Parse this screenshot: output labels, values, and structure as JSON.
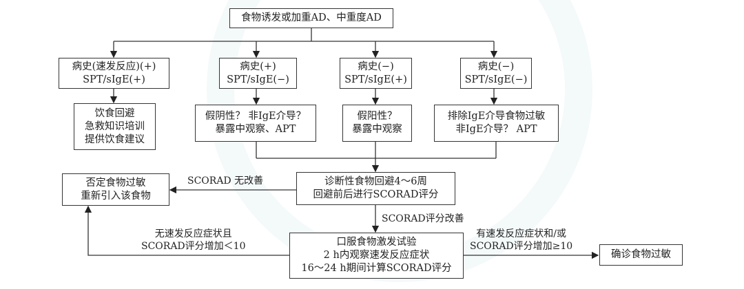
{
  "top": {
    "text": "食物诱发或加重AD、中重度AD"
  },
  "row2": [
    {
      "l1": "病史(速发反应)(+)",
      "l2": "SPT/sIgE(+)"
    },
    {
      "l1": "病史(+)",
      "l2": "SPT/sIgE(−)"
    },
    {
      "l1": "病史(−)",
      "l2": "SPT/sIgE(+)"
    },
    {
      "l1": "病史(−)",
      "l2": "SPT/sIgE(−)"
    }
  ],
  "row3": [
    {
      "lines": [
        "饮食回避",
        "急救知识培训",
        "提供饮食建议"
      ]
    },
    {
      "lines": [
        "假阴性？ 非IgE介导？",
        "暴露中观察、APT"
      ]
    },
    {
      "lines": [
        "假阳性？",
        "暴露中观察"
      ]
    },
    {
      "lines": [
        "排除IgE介导食物过敏",
        "非IgE介导？ APT"
      ]
    }
  ],
  "diagnostic": {
    "l1": "诊断性食物回避4～6周",
    "l2": "回避前后进行SCORAD评分"
  },
  "reject": {
    "l1": "否定食物过敏",
    "l2": "重新引入该食物"
  },
  "ofc": {
    "l1": "口服食物激发试验",
    "l2": "2 h内观察速发反应症状",
    "l3": "16～24 h期间计算SCORAD评分"
  },
  "confirm": {
    "text": "确诊食物过敏"
  },
  "labels": {
    "no_improve": "SCORAD 无改善",
    "improve": "SCORAD评分改善",
    "neg_l1": "无速发反应症状且",
    "neg_l2": "SCORAD评分增加＜10",
    "pos_l1": "有速发反应症状和/或",
    "pos_l2": "SCORAD评分增加≥10"
  }
}
